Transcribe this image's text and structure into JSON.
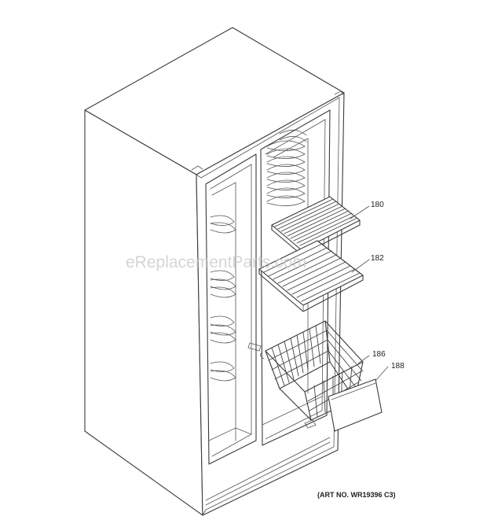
{
  "watermark": "eReplacementParts.com",
  "callouts": {
    "shelf_upper": "180",
    "shelf_lower": "182",
    "basket": "186",
    "basket_front": "188"
  },
  "art_number": "(ART NO. WR19396 C3)"
}
